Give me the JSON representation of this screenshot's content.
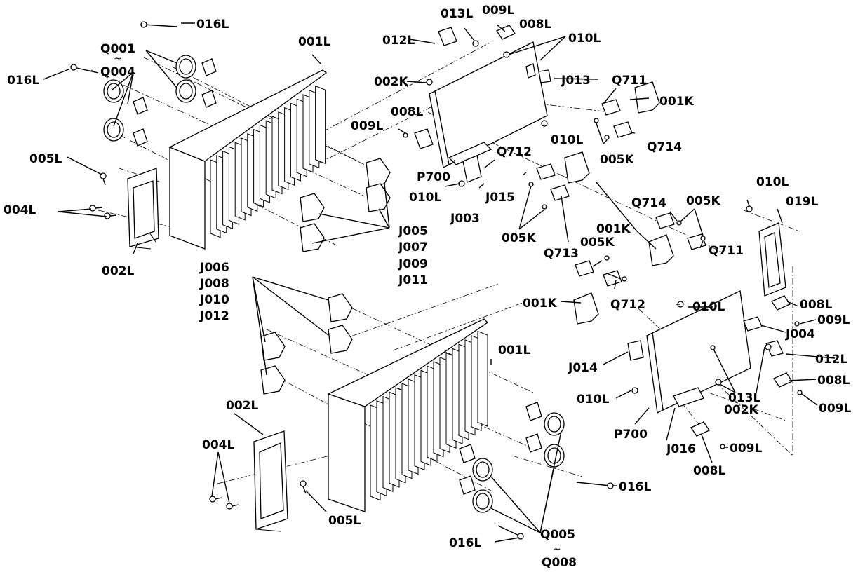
{
  "labels": {
    "l_016L_a": "016L",
    "l_016L_b": "016L",
    "l_q001": "Q001",
    "l_q004": "Q004",
    "l_001L_a": "001L",
    "l_013L_a": "013L",
    "l_009L_a": "009L",
    "l_008L_a": "008L",
    "l_012L_a": "012L",
    "l_010L_a": "010L",
    "l_q711_a": "Q711",
    "l_002K_a": "002K",
    "l_j013": "J013",
    "l_001K_a": "001K",
    "l_009L_b": "009L",
    "l_008L_b": "008L",
    "l_010L_b": "010L",
    "l_q714_a": "Q714",
    "l_005L_a": "005L",
    "l_q712_a": "Q712",
    "l_005K_a": "005K",
    "l_p700_a": "P700",
    "l_010L_c": "010L",
    "l_j015": "J015",
    "l_j003": "J003",
    "l_010L_d": "010L",
    "l_019L": "019L",
    "l_q714_b": "Q714",
    "l_005K_b": "005K",
    "l_004L_a": "004L",
    "l_j005": "J005",
    "l_j007": "J007",
    "l_j009": "J009",
    "l_j011": "J011",
    "l_005K_c": "005K",
    "l_001K_b": "001K",
    "l_q711_b": "Q711",
    "l_002L_a": "002L",
    "l_q713": "Q713",
    "l_005K_d": "005K",
    "l_j006": "J006",
    "l_j008": "J008",
    "l_j010": "J010",
    "l_j012": "J012",
    "l_001K_c": "001K",
    "l_010L_e": "010L",
    "l_q712_b": "Q712",
    "l_008L_c": "008L",
    "l_009L_c": "009L",
    "l_j004": "J004",
    "l_001L_b": "001L",
    "l_j014": "J014",
    "l_012L_b": "012L",
    "l_013L_b": "013L",
    "l_008L_d": "008L",
    "l_010L_f": "010L",
    "l_002K_b": "002K",
    "l_009L_d": "009L",
    "l_p700_b": "P700",
    "l_j016": "J016",
    "l_009L_e": "009L",
    "l_002L_b": "002L",
    "l_008L_e": "008L",
    "l_004L_b": "004L",
    "l_016L_c": "016L",
    "l_005L_b": "005L",
    "l_016L_d": "016L",
    "l_q005": "Q005",
    "l_q008": "Q008"
  }
}
